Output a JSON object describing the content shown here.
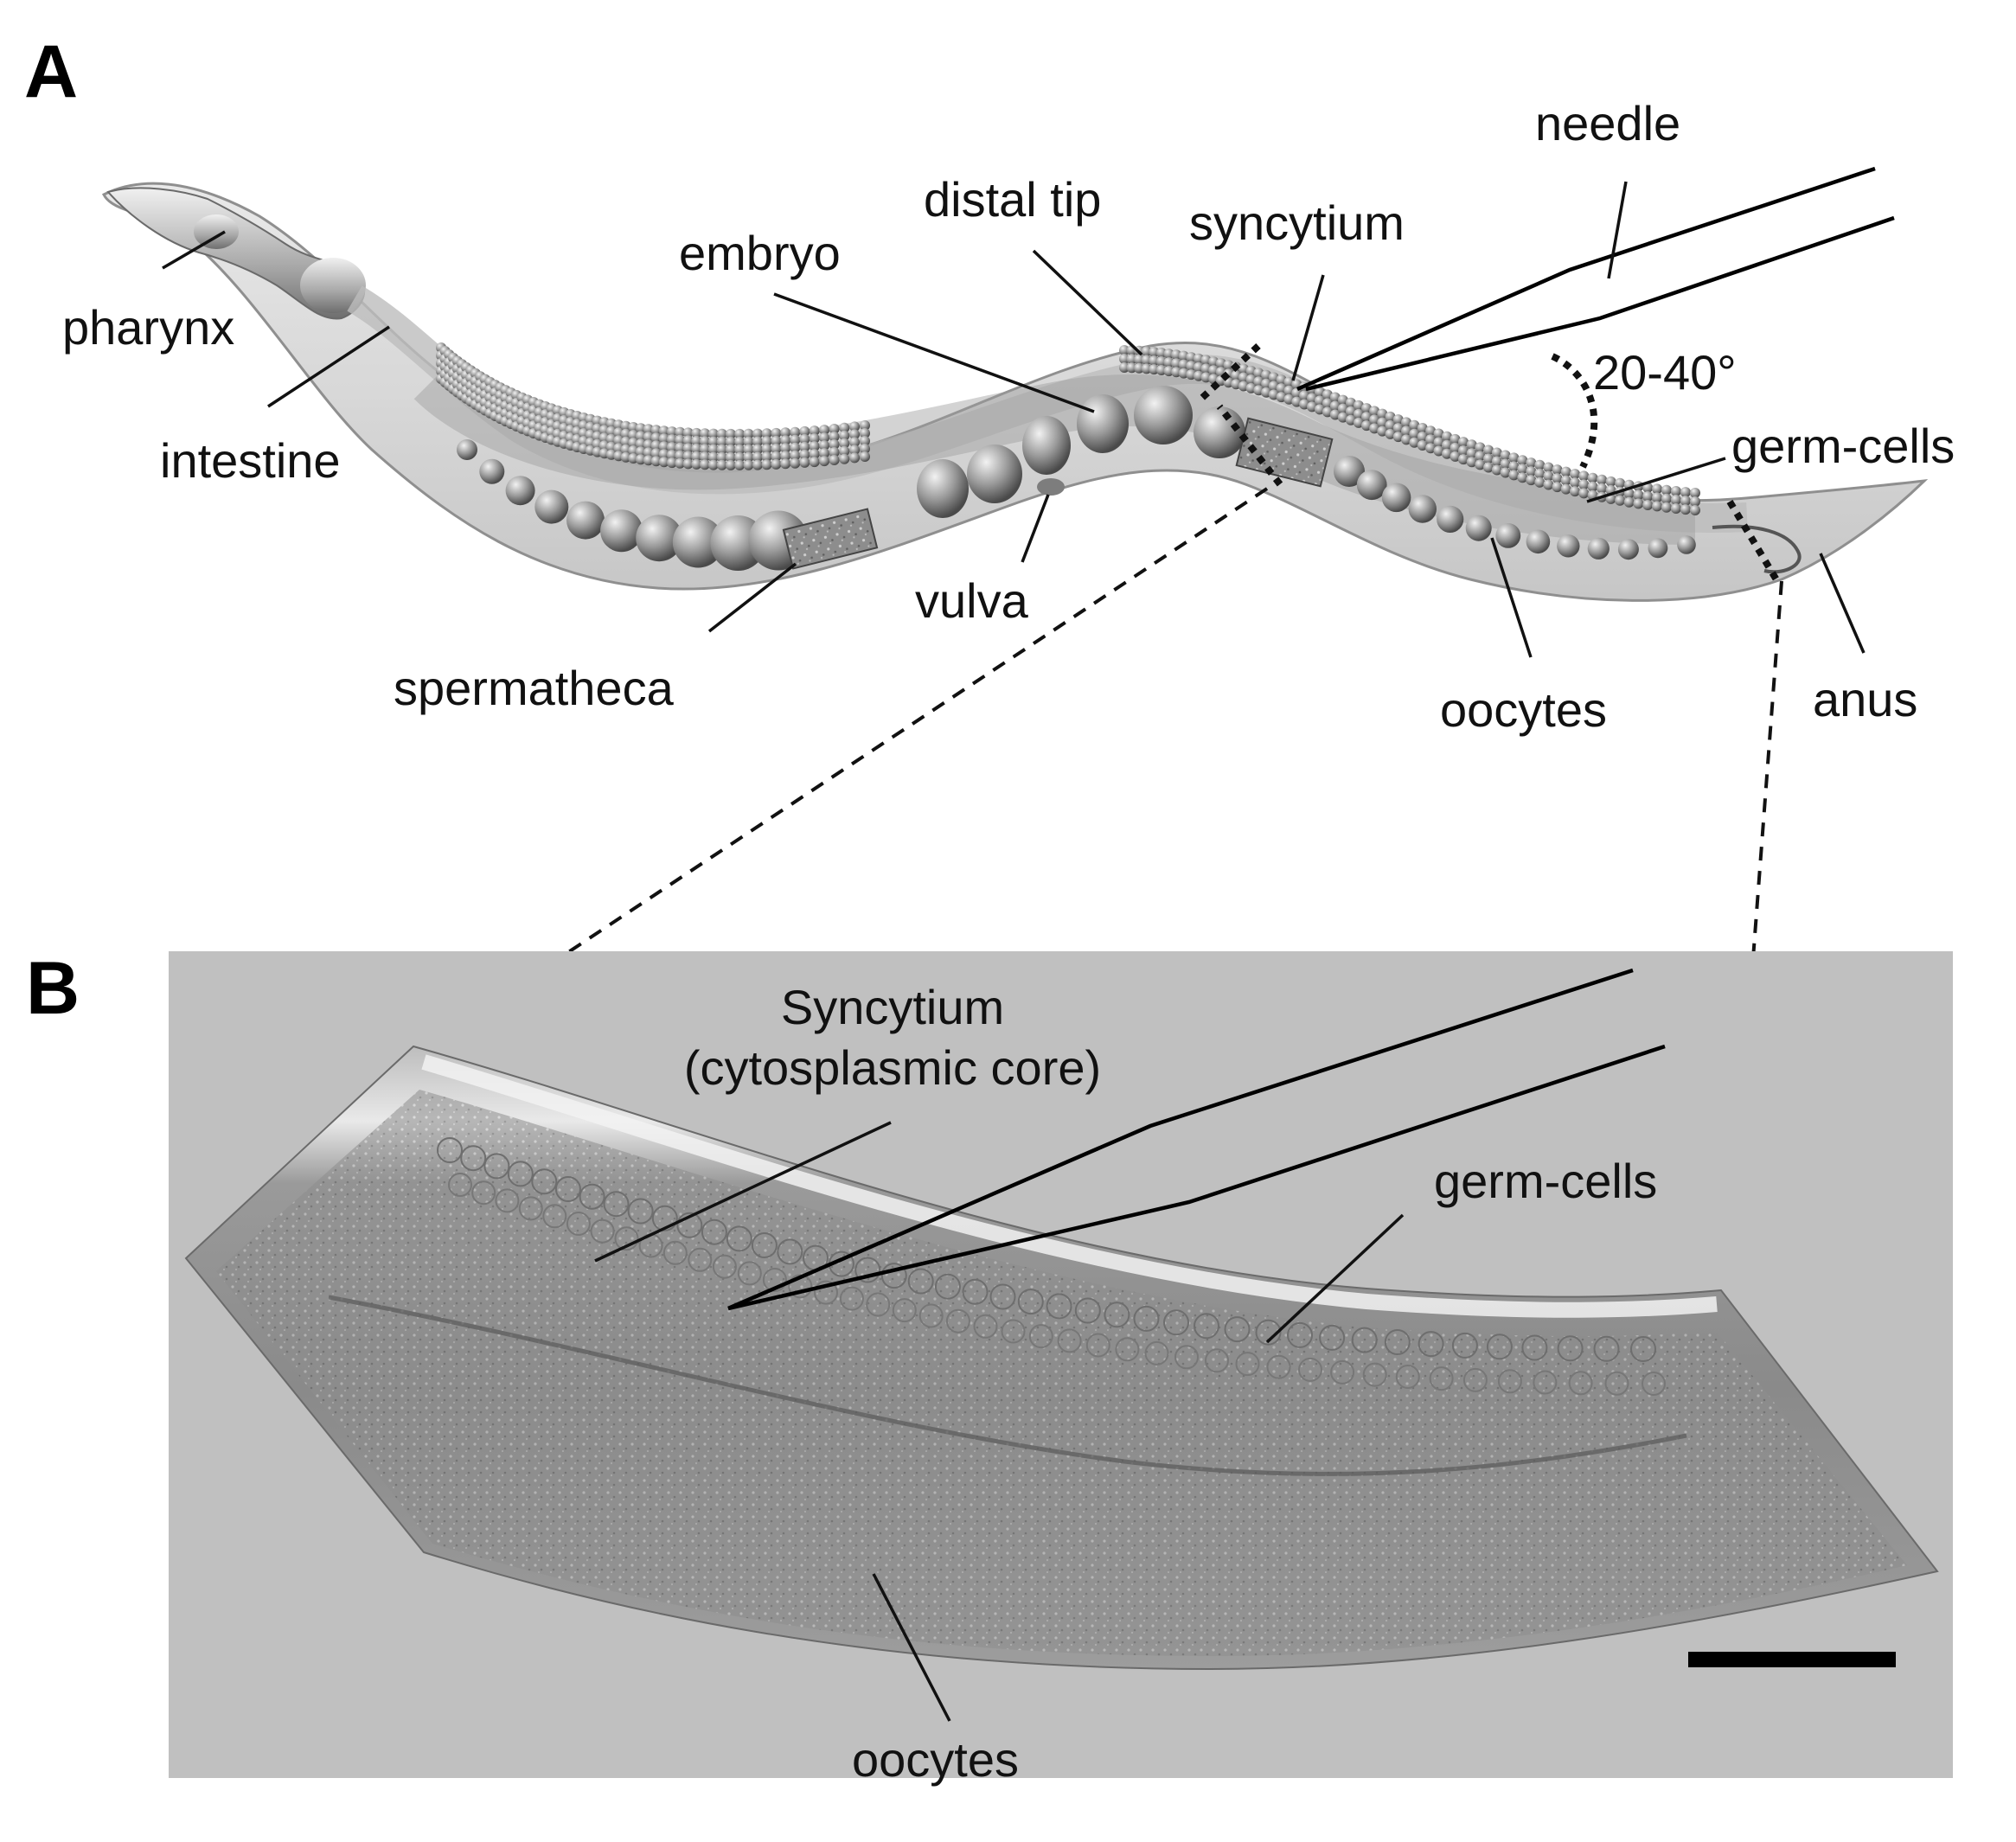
{
  "panel_a": {
    "letter": "A",
    "labels": {
      "pharynx": "pharynx",
      "intestine": "intestine",
      "embryo": "embryo",
      "distal_tip": "distal tip",
      "syncytium": "syncytium",
      "needle": "needle",
      "angle": "20-40°",
      "germ_cells": "germ-cells",
      "spermatheca": "spermatheca",
      "vulva": "vulva",
      "oocytes": "oocytes",
      "anus": "anus"
    }
  },
  "panel_b": {
    "letter": "B",
    "labels": {
      "syncytium_line1": "Syncytium",
      "syncytium_line2": "(cytosplasmic core)",
      "germ_cells": "germ-cells",
      "oocytes": "oocytes"
    }
  },
  "colors": {
    "panel_b_background": "#c0c0c0",
    "worm_body": "#d6d6d6",
    "gonad": "#a9a9a9",
    "micrograph": "#8e8e8e"
  }
}
